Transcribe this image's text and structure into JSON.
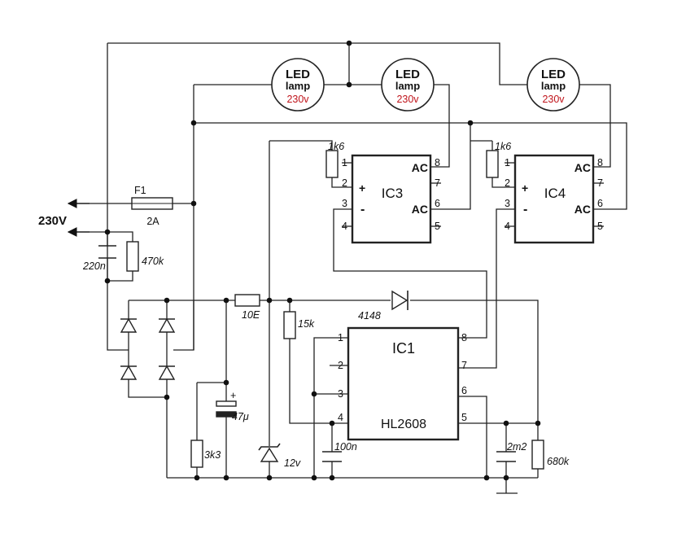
{
  "mains": {
    "label": "230V"
  },
  "fuse": {
    "name": "F1",
    "rating": "2A"
  },
  "lamps": [
    {
      "line1": "LED",
      "line2": "lamp",
      "voltage": "230v"
    },
    {
      "line1": "LED",
      "line2": "lamp",
      "voltage": "230v"
    },
    {
      "line1": "LED",
      "line2": "lamp",
      "voltage": "230v"
    }
  ],
  "ic3": {
    "name": "IC3",
    "resistor": "1k6",
    "pins": [
      "1",
      "2",
      "3",
      "4",
      "5",
      "6",
      "7",
      "8"
    ],
    "plus": "+",
    "minus": "-",
    "ac_top": "AC",
    "ac_bottom": "AC"
  },
  "ic4": {
    "name": "IC4",
    "resistor": "1k6",
    "pins": [
      "1",
      "2",
      "3",
      "4",
      "5",
      "6",
      "7",
      "8"
    ],
    "plus": "+",
    "minus": "-",
    "ac_top": "AC",
    "ac_bottom": "AC"
  },
  "ic1": {
    "name": "IC1",
    "part": "HL2608",
    "pins": [
      "1",
      "2",
      "3",
      "4",
      "5",
      "6",
      "7",
      "8"
    ]
  },
  "components": {
    "cap_x": "220n",
    "r_bleed": "470k",
    "r_series": "10E",
    "diode": "4148",
    "r_15k": "15k",
    "cap_47": "47μ",
    "cap_plus": "+",
    "r_3k3": "3k3",
    "zener": "12v",
    "cap_100n": "100n",
    "cap_2m2": "2m2",
    "r_680k": "680k"
  },
  "colors": {
    "wire": "#222222",
    "lamp_voltage": "#c0141b"
  }
}
